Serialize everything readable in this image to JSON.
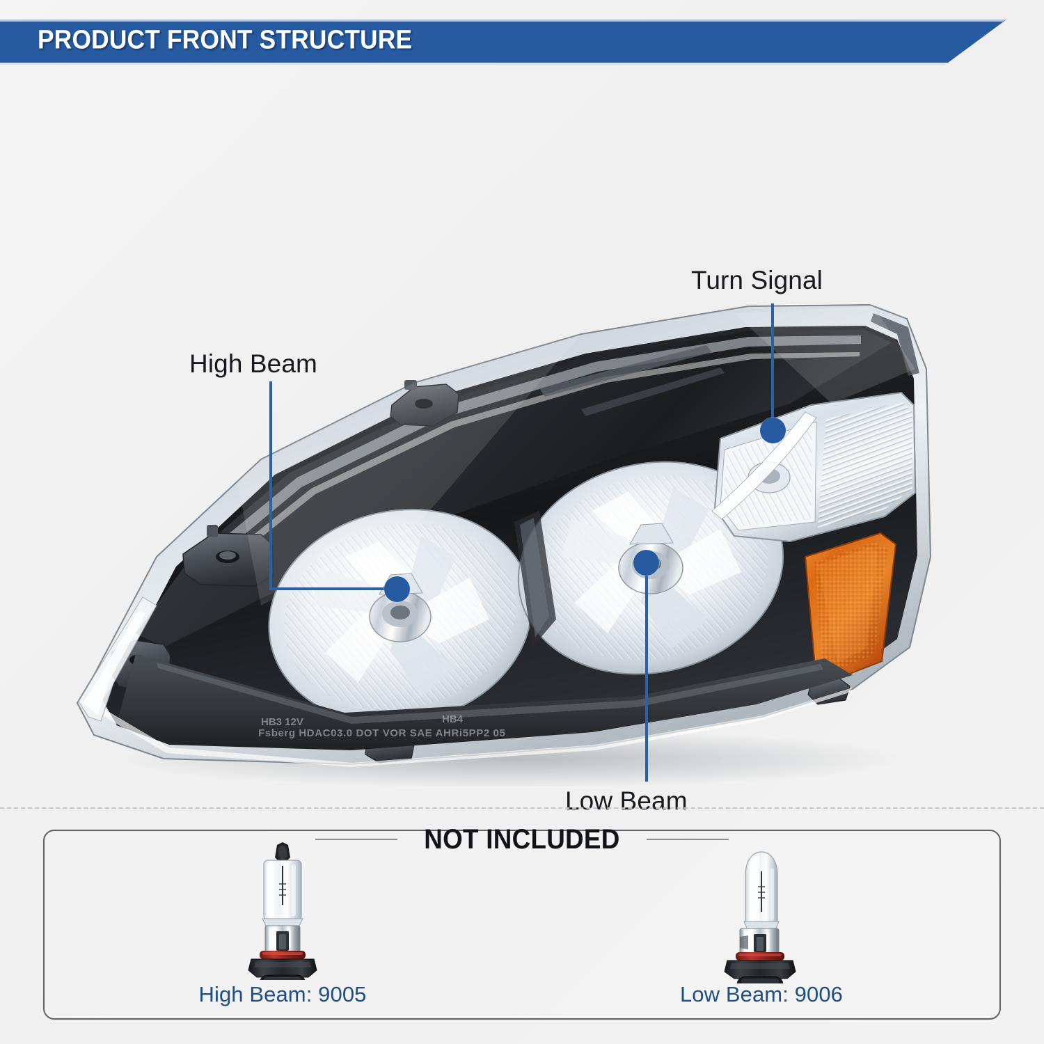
{
  "header": {
    "title": "PRODUCT FRONT STRUCTURE",
    "banner_color": "#2559a0",
    "title_color": "#ffffff"
  },
  "background": {
    "color": "#f2f2f2",
    "divider_color": "#c6c6c6"
  },
  "product": {
    "kind": "automotive-headlight-assembly",
    "housing_color": "#1b1d20",
    "lens_color": "#e9edf1",
    "amber_reflector_color": "#e06a1b",
    "etched_text_line1_left": "HB3 12V",
    "etched_text_line1_right": "HB4",
    "etched_text_line2": "Fsberg HDAC03.0 DOT VOR SAE AHRi5PP2 05"
  },
  "callouts": {
    "accent_color": "#2559a0",
    "items": [
      {
        "id": "turn-signal",
        "label": "Turn Signal"
      },
      {
        "id": "high-beam",
        "label": "High Beam"
      },
      {
        "id": "low-beam",
        "label": "Low Beam"
      }
    ]
  },
  "not_included": {
    "title": "NOT INCLUDED",
    "title_color": "#111316",
    "rule_color": "#8d8d8d",
    "box_border_color": "#5e6165",
    "caption_color": "#1f4e86",
    "bulbs": [
      {
        "id": "high-beam-bulb",
        "caption": "High Beam: 9005",
        "type": "9005"
      },
      {
        "id": "low-beam-bulb",
        "caption": "Low Beam: 9006",
        "type": "9006"
      }
    ]
  }
}
